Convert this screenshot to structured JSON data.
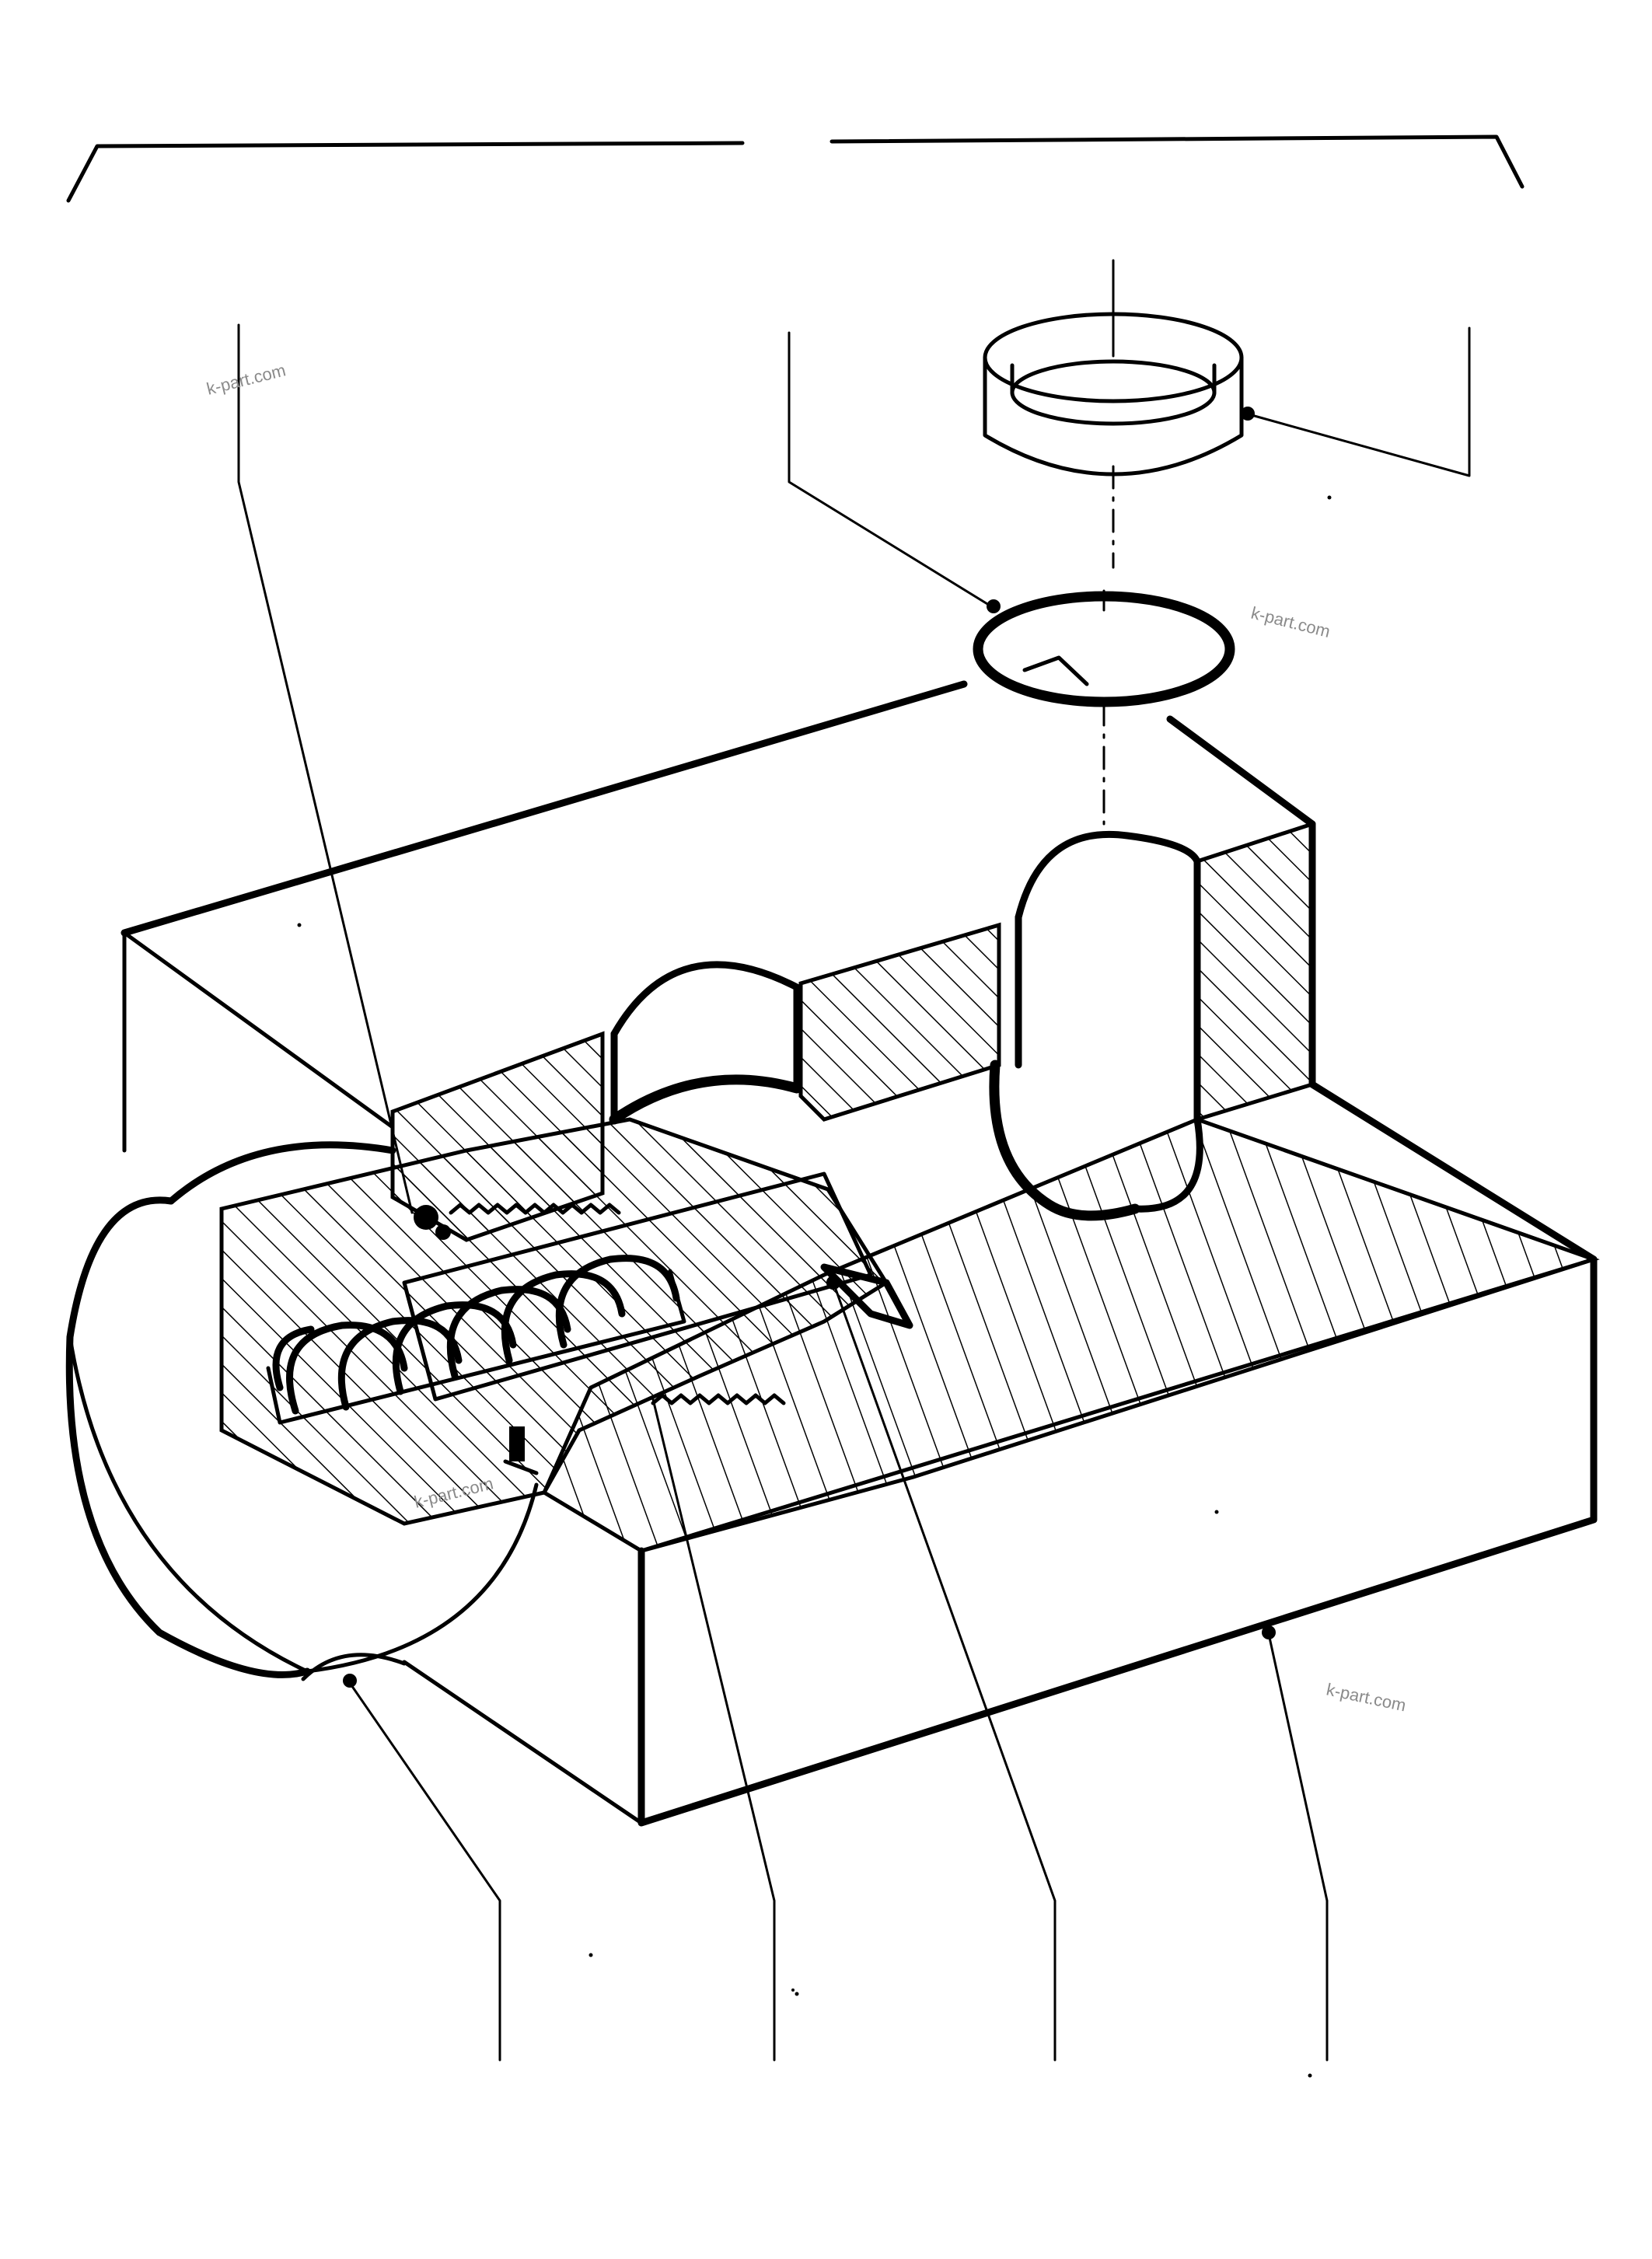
{
  "diagram": {
    "kind": "exploded-cutaway-parts-drawing",
    "watermarks": [
      {
        "id": "wm-1",
        "text": "k-part.com"
      },
      {
        "id": "wm-2",
        "text": "k-part.com"
      },
      {
        "id": "wm-3",
        "text": "k-part.com"
      },
      {
        "id": "wm-4",
        "text": "k-part.com"
      }
    ],
    "parts": [
      {
        "id": "backup-ring",
        "callout_side": "top-right"
      },
      {
        "id": "o-ring",
        "callout_side": "top-center"
      },
      {
        "id": "valve-seal",
        "callout_side": "top-left"
      },
      {
        "id": "plug-cap",
        "callout_side": "bottom-left"
      },
      {
        "id": "relief-valve-cartridge",
        "callout_side": "bottom-center-left"
      },
      {
        "id": "poppet",
        "callout_side": "bottom-center-right"
      },
      {
        "id": "valve-body",
        "callout_side": "bottom-right"
      }
    ],
    "line_color": "#000000",
    "watermark_color": "#8a8a8a"
  }
}
